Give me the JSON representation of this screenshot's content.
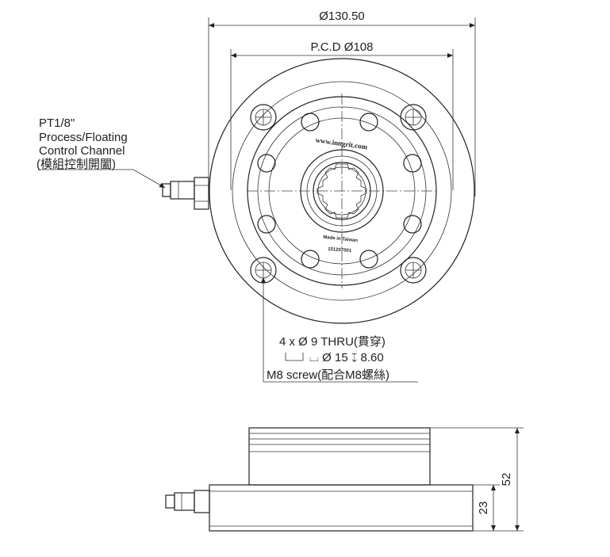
{
  "top_view": {
    "outer_diameter": "Ø130.50",
    "pcd": "P.C.D Ø108",
    "engraving_url": "www.inngrit.com",
    "engraving_origin": "Made in Taiwan",
    "engraving_serial": "151207001"
  },
  "callout_channel": {
    "line1": "PT1/8\"",
    "line2": "Process/Floating",
    "line3": "Control Channel",
    "line4": "(模組控制開闔)"
  },
  "callout_holes": {
    "line1": "4 x Ø 9 THRU(貫穿)",
    "line2": "⌴ Ø 15 ↧ 8.60",
    "line3": "M8 screw(配合M8螺絲)"
  },
  "side_view": {
    "total_height": "52",
    "base_height": "23"
  }
}
